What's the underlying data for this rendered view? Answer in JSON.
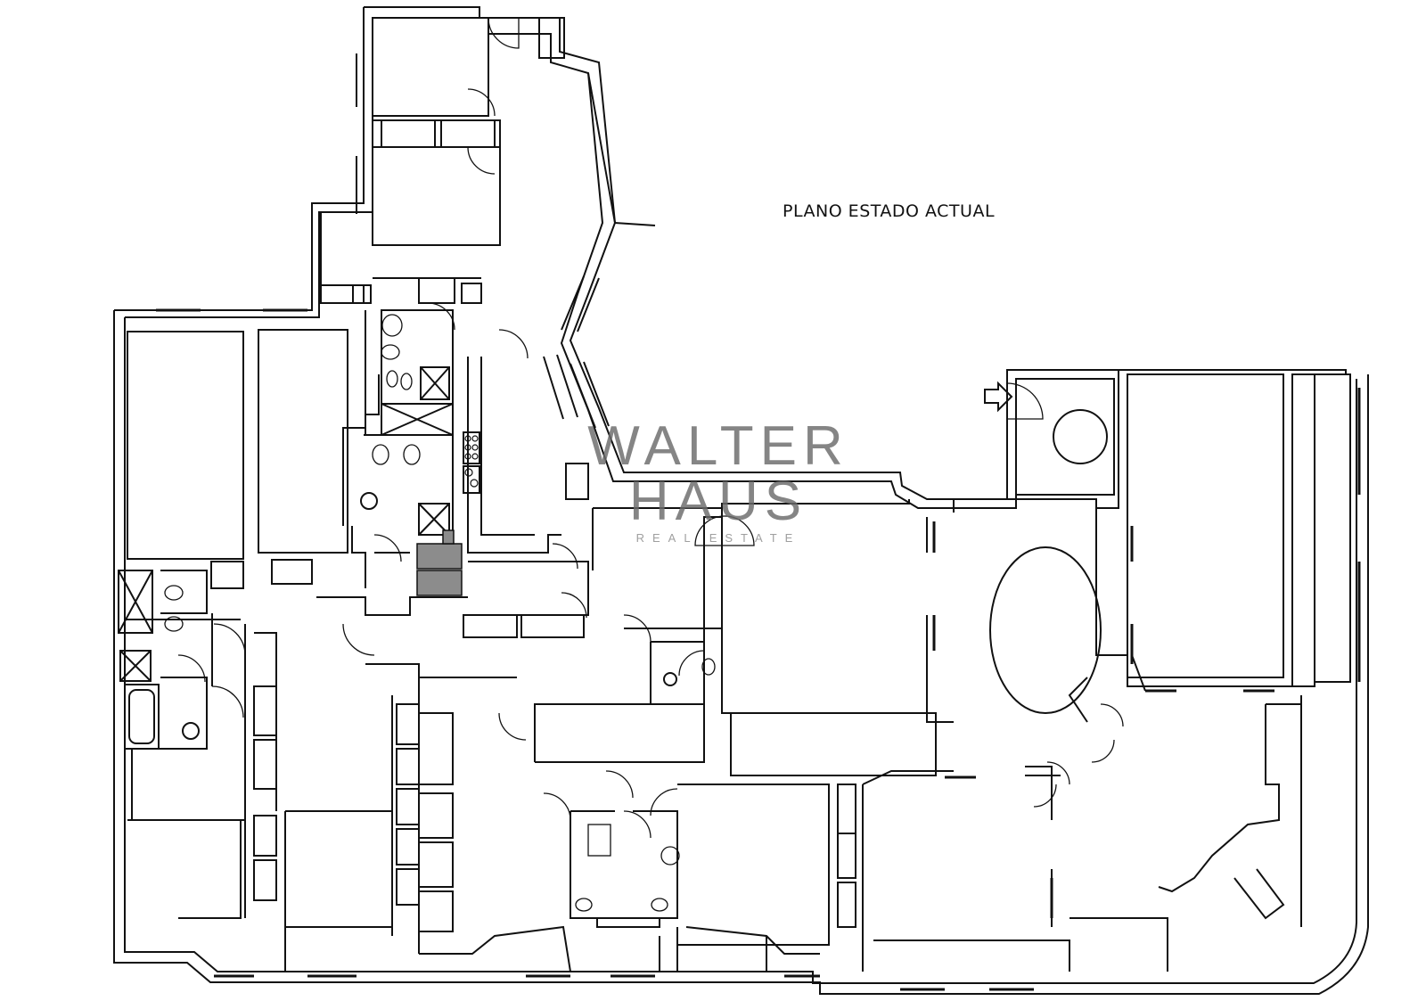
{
  "plan": {
    "title": "PLANO ESTADO ACTUAL"
  },
  "watermark": {
    "brand": "WALTER HAUS",
    "tagline": "REAL ESTATE"
  },
  "colors": {
    "line": "#111111",
    "background": "#ffffff",
    "fill_gray": "#8c8c8c",
    "watermark": "#6b6b6b"
  },
  "icons": [
    "entrance-arrow-icon",
    "door-swing-icon",
    "toilet-icon",
    "sink-icon",
    "shower-icon",
    "bathtub-icon",
    "stove-icon",
    "dining-table-icon",
    "round-table-icon"
  ]
}
